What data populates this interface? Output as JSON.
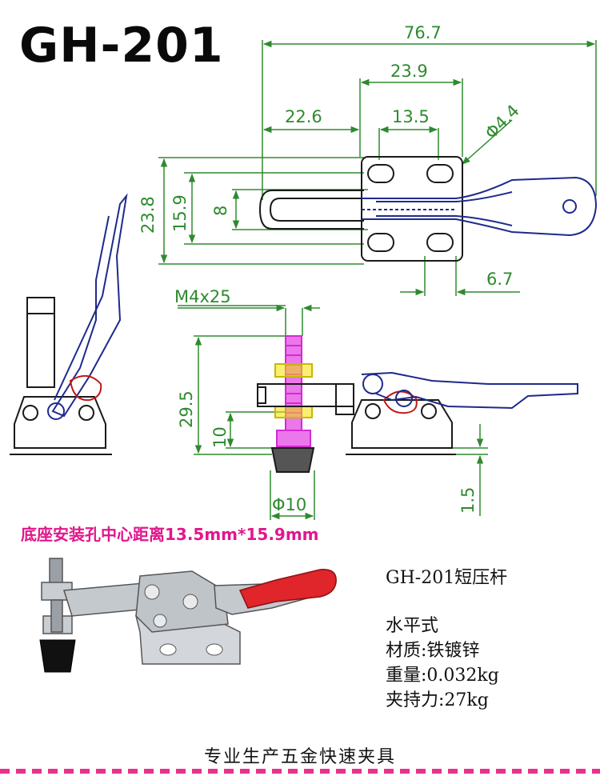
{
  "title": "GH-201",
  "dimensions": {
    "overall_length": "76.7",
    "mount_width": "23.9",
    "offset": "22.6",
    "hole_spacing_x": "13.5",
    "hole_diameter": "Φ4.4",
    "height_total": "23.8",
    "hole_spacing_y": "15.9",
    "slot_width": "8",
    "edge_offset": "6.7",
    "bolt_spec": "M4x25",
    "side_height": "29.5",
    "spindle_height": "10",
    "base_thickness": "1.5",
    "tip_diameter": "Φ10"
  },
  "note": "底座安装孔中心距离13.5mm*15.9mm",
  "specs": {
    "model": "GH-201短压杆",
    "type": "水平式",
    "material": "材质:铁镀锌",
    "weight": "重量:0.032kg",
    "force": "夹持力:27kg"
  },
  "footer": "专业生产五金快速夹具",
  "colors": {
    "dimension": "#2e8a2e",
    "outline": "#1a1a1a",
    "handle": "#1e2a8c",
    "pivot": "#c01818",
    "spindle": "#d42ad4",
    "nut": "#f2e200",
    "note": "#e2168c",
    "border": "#e8308e"
  }
}
